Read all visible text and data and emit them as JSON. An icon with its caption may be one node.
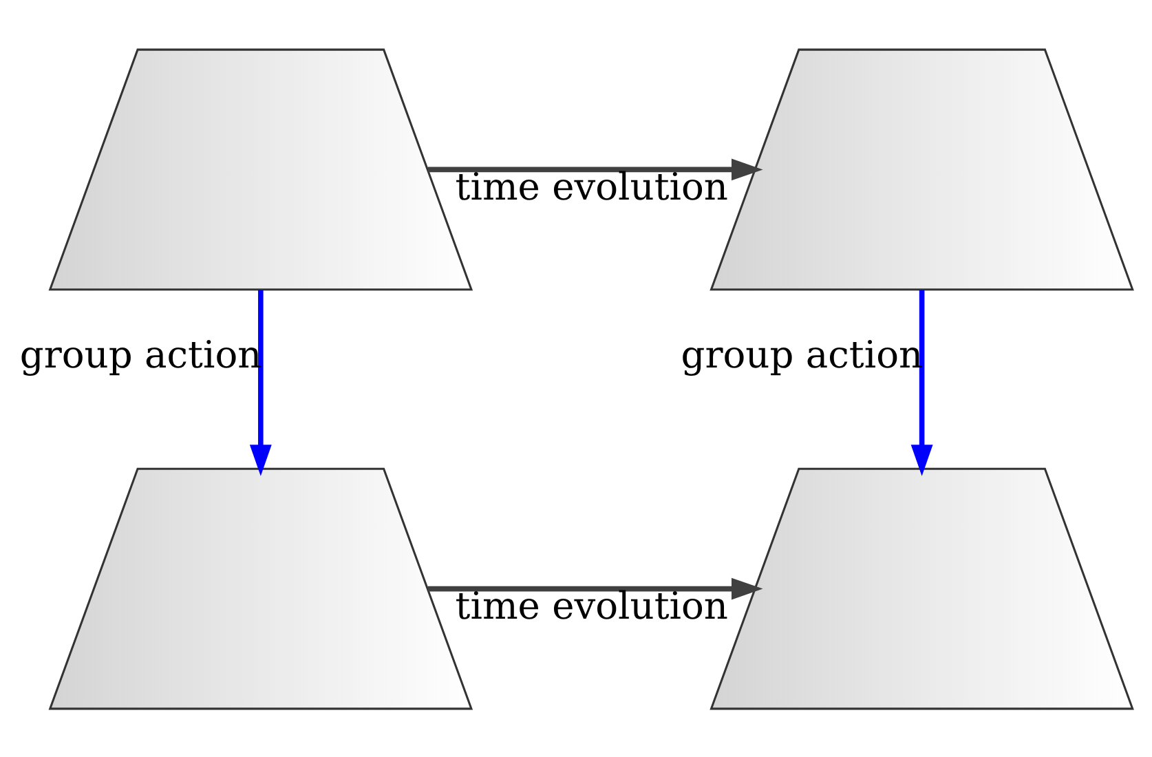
{
  "diagram": {
    "nodes": [
      {
        "text": [],
        "shape": "picture"
      },
      {
        "text": [],
        "shape": "picture"
      },
      {
        "text": [],
        "shape": "picture"
      },
      {
        "text": [],
        "shape": "picture"
      }
    ],
    "edges": [
      {
        "from": 0,
        "to": 1,
        "arrow": "to",
        "label": "time evolution"
      },
      {
        "from": 0,
        "to": 2,
        "arrow": "to",
        "label": "group action",
        "color": "#0000ff"
      },
      {
        "from": 1,
        "to": 3,
        "arrow": "to",
        "label": "group action",
        "color": "#0000ff"
      },
      {
        "from": 2,
        "to": 3,
        "arrow": "to",
        "label": "time evolution"
      }
    ]
  }
}
